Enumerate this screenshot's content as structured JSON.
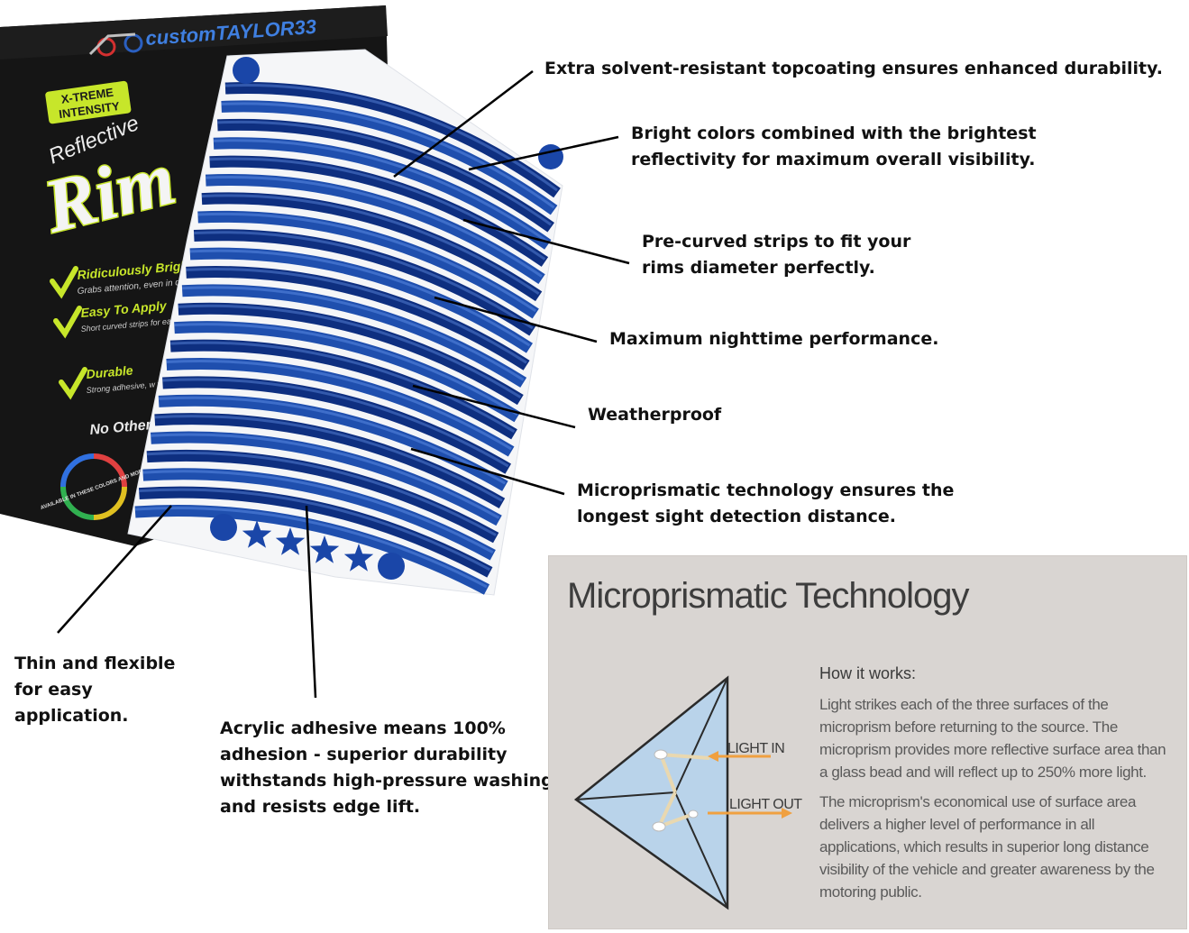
{
  "package": {
    "brand": "customTAYLOR33",
    "badge": [
      "X-TREME",
      "INTENSITY"
    ],
    "reflective": "Reflective",
    "rim": "Rim",
    "features": [
      {
        "title": "Ridiculously Bright",
        "desc": "Grabs attention, even in day"
      },
      {
        "title": "Easy To Apply",
        "desc": "Short curved strips for ea handling/application— without removing whe"
      },
      {
        "title": "Durable",
        "desc": "Strong adhesive, w water resistant, U"
      }
    ],
    "no_other": "No Other",
    "available": "AVAILABLE IN THESE COLORS AND MORE"
  },
  "callouts": {
    "topcoat": "Extra solvent-resistant topcoating ensures enhanced durability.",
    "bright": [
      "Bright colors combined with the brightest",
      "reflectivity for maximum overall visibility."
    ],
    "precurved": [
      "Pre-curved strips to fit your",
      "rims diameter perfectly."
    ],
    "nighttime": "Maximum nighttime performance.",
    "weatherproof": "Weatherproof",
    "microprismatic": [
      "Microprismatic technology ensures the",
      "longest sight detection distance."
    ],
    "thin": [
      "Thin and flexible",
      "for easy",
      "application."
    ],
    "acrylic": [
      "Acrylic adhesive means 100%",
      "adhesion - superior durability",
      "withstands high-pressure washing",
      "and resists edge lift."
    ]
  },
  "panel": {
    "title": "Microprismatic Technology",
    "how_it_works": "How it works:",
    "paragraph1": "Light strikes each of the three surfaces of the microprism before returning to the source. The microprism provides more reflective surface area than a glass bead and will reflect up to 250% more light.",
    "paragraph2": "The microprism's economical use of surface area delivers a higher level of performance in all applications, which results in superior long distance visibility of the vehicle and greater awareness by the motoring public.",
    "light_in": "LIGHT IN",
    "light_out": "LIGHT OUT"
  },
  "colors": {
    "strip_blue": "#1f4fae",
    "strip_dark": "#0e2f80",
    "package_bg": "#151515",
    "package_green": "#c7e62a",
    "panel_bg": "#d9d5d2",
    "prism_fill": "#b9d3ea",
    "arrow_orange": "#f0a040"
  },
  "icons": [
    "checkmark-icon",
    "star-icon",
    "motorcycle-logo-icon",
    "circle-icon",
    "arrow-right-icon"
  ]
}
